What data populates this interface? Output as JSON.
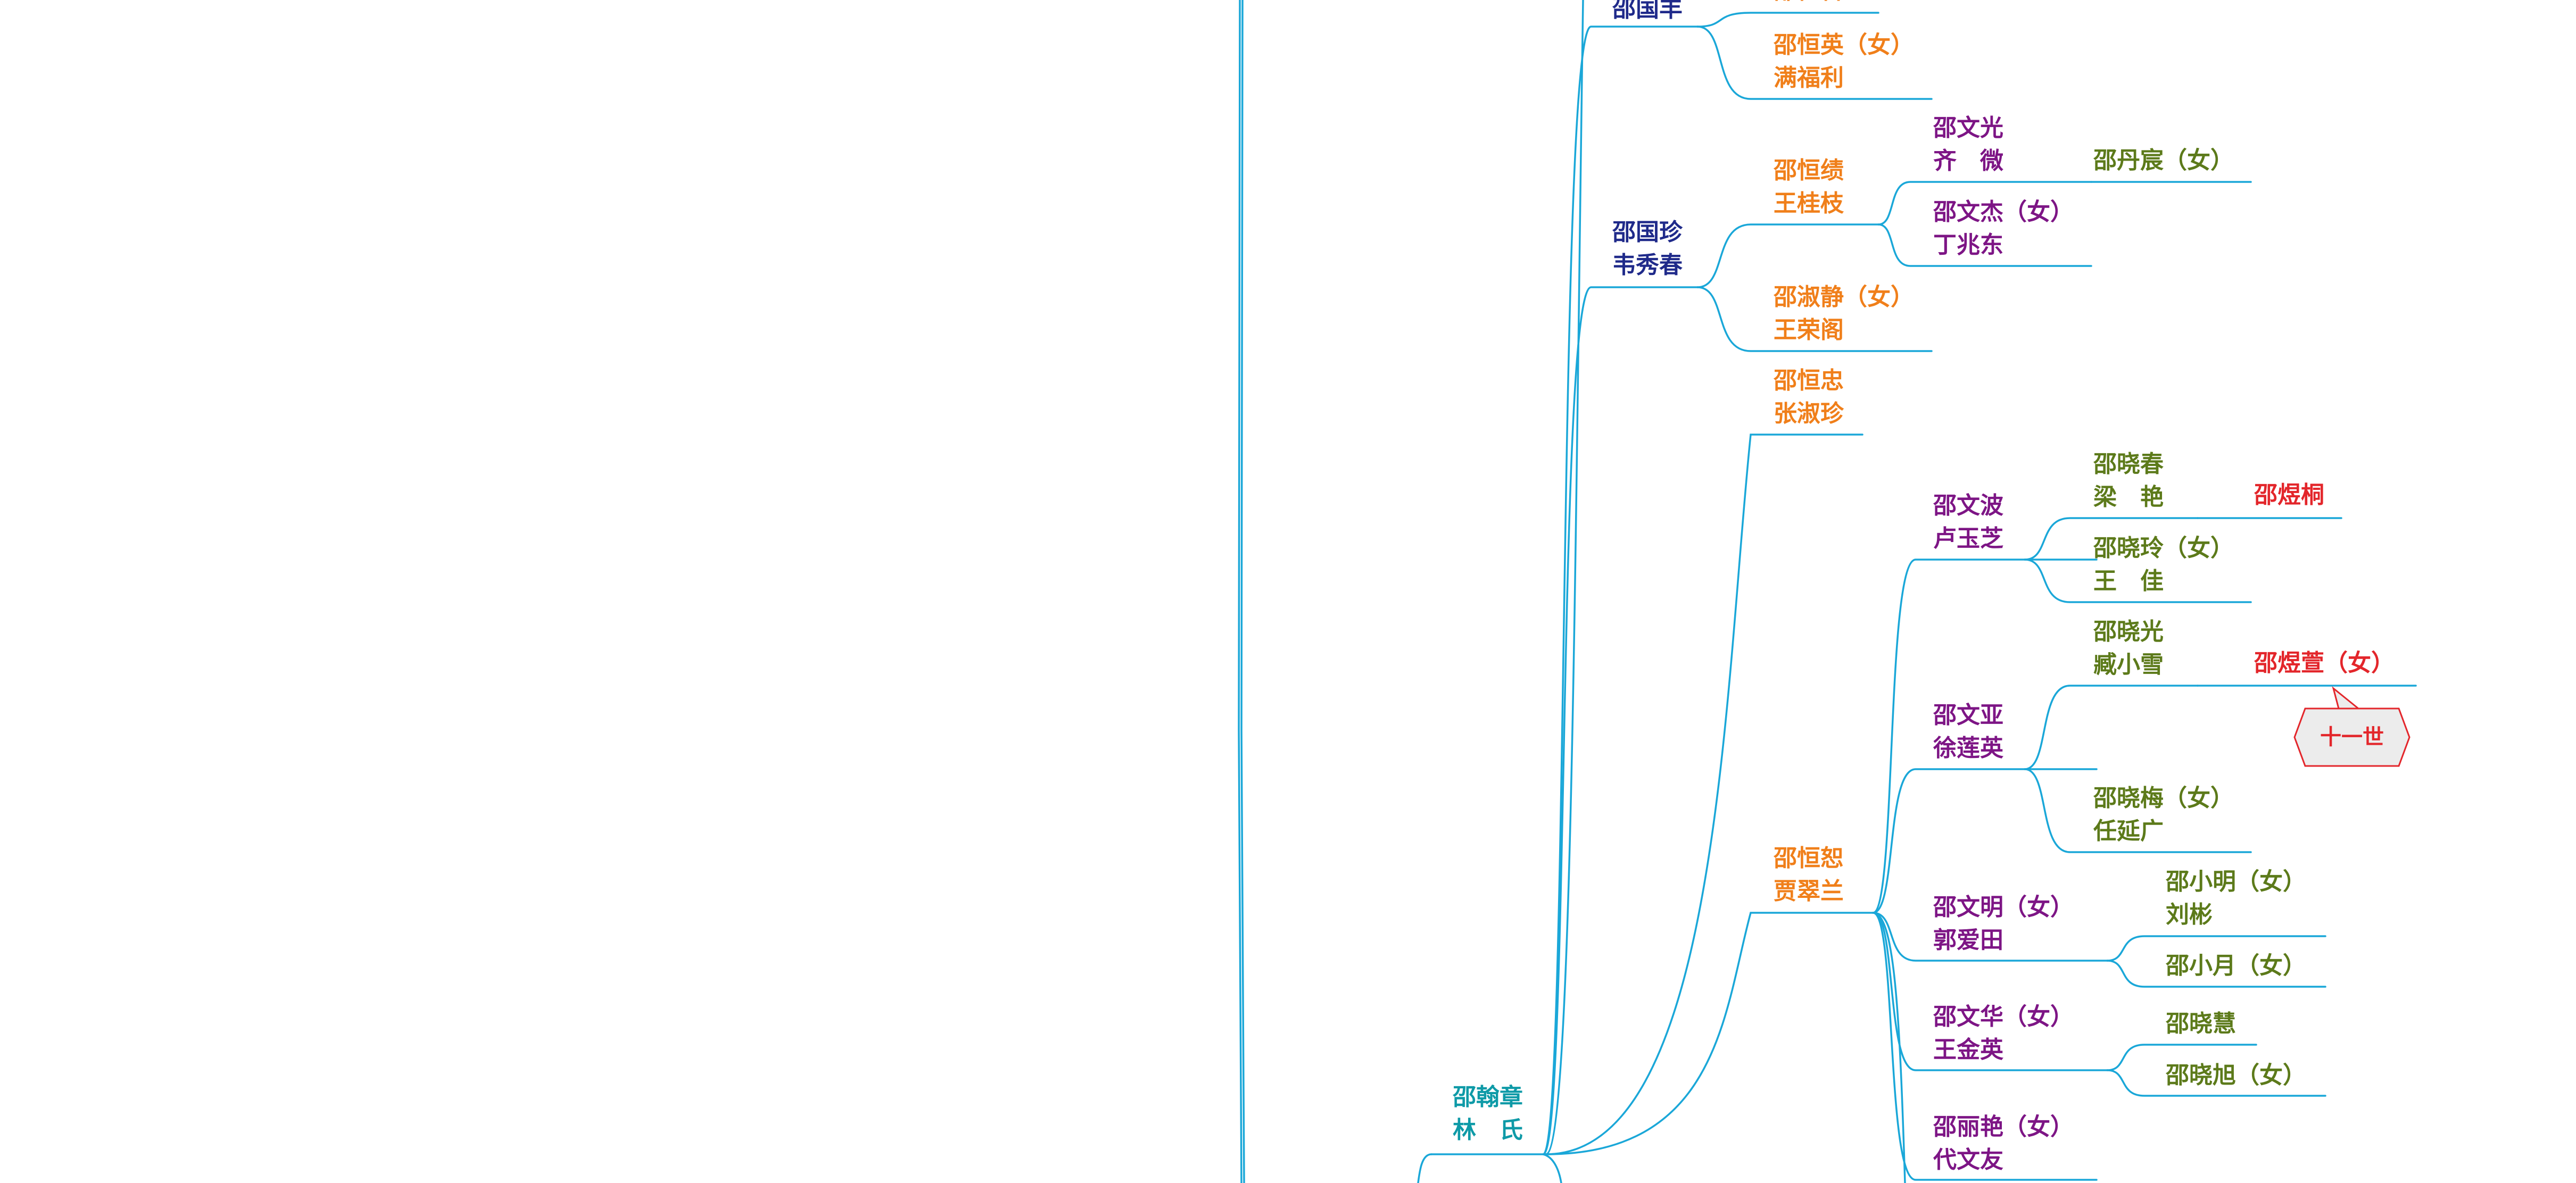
{
  "colors": {
    "link": "#1aa7d8",
    "gen7": "#0e9aa7",
    "gen8": "#1f2a8a",
    "gen9": "#f07f1a",
    "gen10": "#7d1585",
    "gen11": "#5c7a1a",
    "gen12": "#e3262b"
  },
  "nodes": {
    "hanzhang": {
      "name": "邵翰章",
      "spouse": "林　氏"
    },
    "guofeng": {
      "name": "邵国丰"
    },
    "clipped_top": {
      "name": "邵恒智"
    },
    "hengying": {
      "name": "邵恒英（女）",
      "spouse": "满福利"
    },
    "guozhen": {
      "name": "邵国珍",
      "spouse": "韦秀春"
    },
    "hengji": {
      "name": "邵恒绩",
      "spouse": "王桂枝"
    },
    "wenguang": {
      "name": "邵文光",
      "spouse": "齐　微"
    },
    "danchen": {
      "name": "邵丹宸（女）"
    },
    "wenjie": {
      "name": "邵文杰（女）",
      "spouse": "丁兆东"
    },
    "shujing": {
      "name": "邵淑静（女）",
      "spouse": "王荣阁"
    },
    "hengzhong": {
      "name": "邵恒忠",
      "spouse": "张淑珍"
    },
    "hengshu": {
      "name": "邵恒恕",
      "spouse": "贾翠兰"
    },
    "wenbo": {
      "name": "邵文波",
      "spouse": "卢玉芝"
    },
    "xiaochun": {
      "name": "邵晓春",
      "spouse": "梁　艳"
    },
    "yutong": {
      "name": "邵煜桐"
    },
    "xiaoling": {
      "name": "邵晓玲（女）",
      "spouse": "王　佳"
    },
    "wenya": {
      "name": "邵文亚",
      "spouse": "徐莲英"
    },
    "xiaoguang": {
      "name": "邵晓光",
      "spouse": "臧小雪"
    },
    "yuxuan": {
      "name": "邵煜萱（女）"
    },
    "xiaomei": {
      "name": "邵晓梅（女）",
      "spouse": "任延广"
    },
    "wenming": {
      "name": "邵文明（女）",
      "spouse": "郭爱田"
    },
    "xiaoming": {
      "name": "邵小明（女）",
      "spouse": "刘彬"
    },
    "xiaoyue": {
      "name": "邵小月（女）"
    },
    "wenhua": {
      "name": "邵文华（女）",
      "spouse": "王金英"
    },
    "xiaohui": {
      "name": "邵晓慧"
    },
    "xiaoxu": {
      "name": "邵晓旭（女）"
    },
    "liyan": {
      "name": "邵丽艳（女）",
      "spouse": "代文友"
    }
  },
  "callout": {
    "label": "十一世"
  }
}
